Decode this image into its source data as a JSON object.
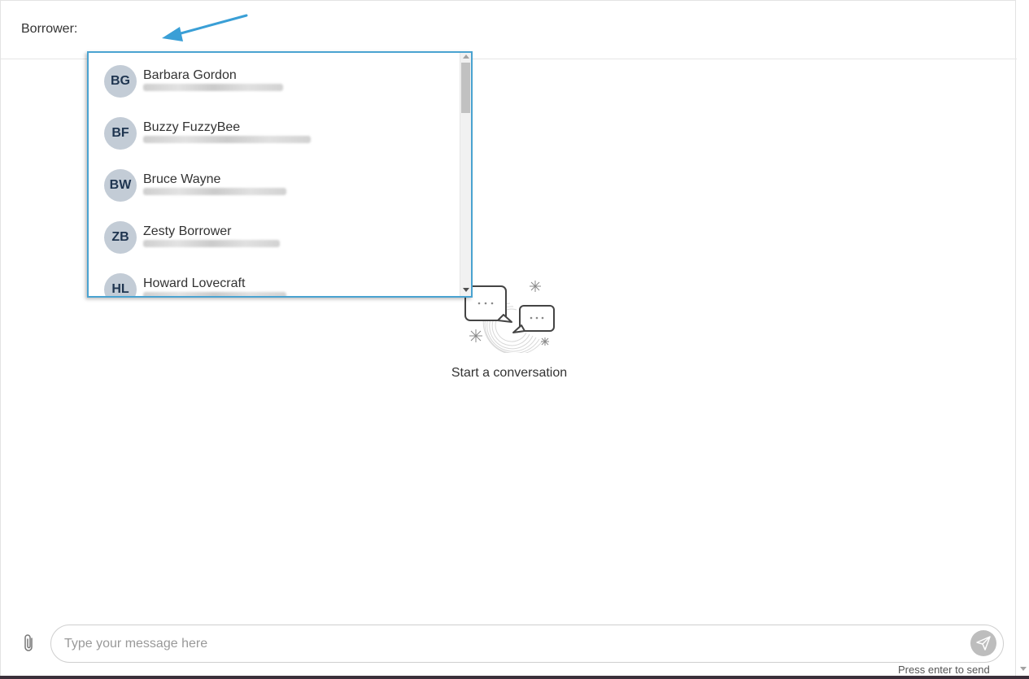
{
  "header": {
    "label": "Borrower:"
  },
  "dropdown": {
    "items": [
      {
        "initials": "BG",
        "name": "Barbara Gordon"
      },
      {
        "initials": "BF",
        "name": "Buzzy FuzzyBee"
      },
      {
        "initials": "BW",
        "name": "Bruce Wayne"
      },
      {
        "initials": "ZB",
        "name": "Zesty Borrower"
      },
      {
        "initials": "HL",
        "name": "Howard Lovecraft"
      }
    ]
  },
  "empty_state": {
    "text": "Start a conversation",
    "icon": "chat-bubbles-icon"
  },
  "composer": {
    "placeholder": "Type your message here",
    "hint": "Press enter to send",
    "attach_icon": "paperclip-icon",
    "send_icon": "paper-plane-icon"
  },
  "colors": {
    "dropdown_border": "#4aa3d1",
    "arrow": "#3a9fd6",
    "avatar_bg": "#c3ccd6",
    "avatar_text": "#1f3550"
  }
}
